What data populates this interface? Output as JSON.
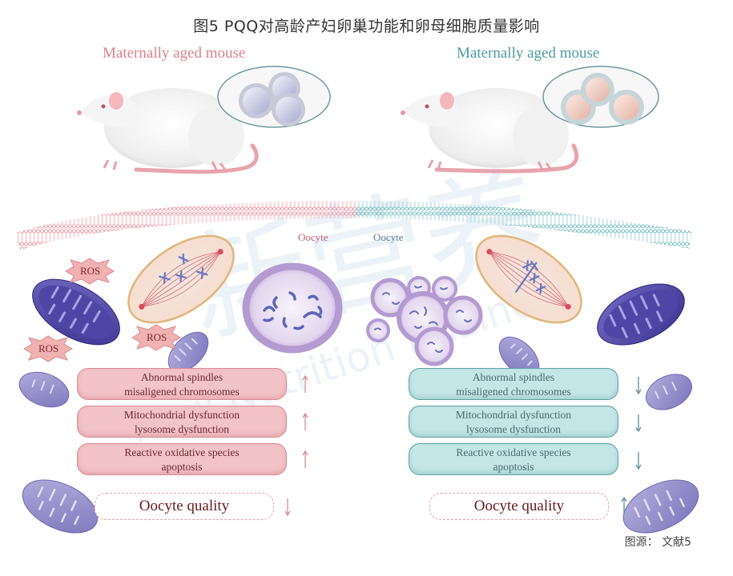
{
  "title": "图5 PQQ对高龄产妇卵巢功能和卵母细胞质量影响",
  "source": "图源： 文献5",
  "colors": {
    "pink_accent": "#d9828f",
    "teal_accent": "#4f9aa0",
    "pink_box": "#f2c3c7",
    "teal_box": "#c4e6e6",
    "mito_purple": "#5a52a8",
    "quality_text": "#6a1a22"
  },
  "watermark": {
    "cn": "新营养",
    "en": "New Nutrition Business"
  },
  "left_panel": {
    "mouse_label": "Maternally aged mouse",
    "oocyte_label": "Oocyte",
    "ros_labels": [
      "ROS",
      "ROS",
      "ROS"
    ],
    "effects": [
      {
        "line1": "Abnormal spindles",
        "line2": "misaligened chromosomes",
        "direction": "up"
      },
      {
        "line1": "Mitochondrial dysfunction",
        "line2": "lysosome dysfunction",
        "direction": "up"
      },
      {
        "line1": "Reactive oxidative species",
        "line2": "apoptosis",
        "direction": "up"
      }
    ],
    "outcome": {
      "label": "Oocyte quality",
      "direction": "down"
    }
  },
  "right_panel": {
    "mouse_label": "Maternally aged mouse",
    "oocyte_label": "Oocyte",
    "effects": [
      {
        "line1": "Abnormal spindles",
        "line2": "misaligened chromosomes",
        "direction": "down"
      },
      {
        "line1": "Mitochondrial dysfunction",
        "line2": "lysosome dysfunction",
        "direction": "down"
      },
      {
        "line1": "Reactive oxidative species",
        "line2": "apoptosis",
        "direction": "down"
      }
    ],
    "outcome": {
      "label": "Oocyte quality",
      "direction": "up"
    }
  }
}
